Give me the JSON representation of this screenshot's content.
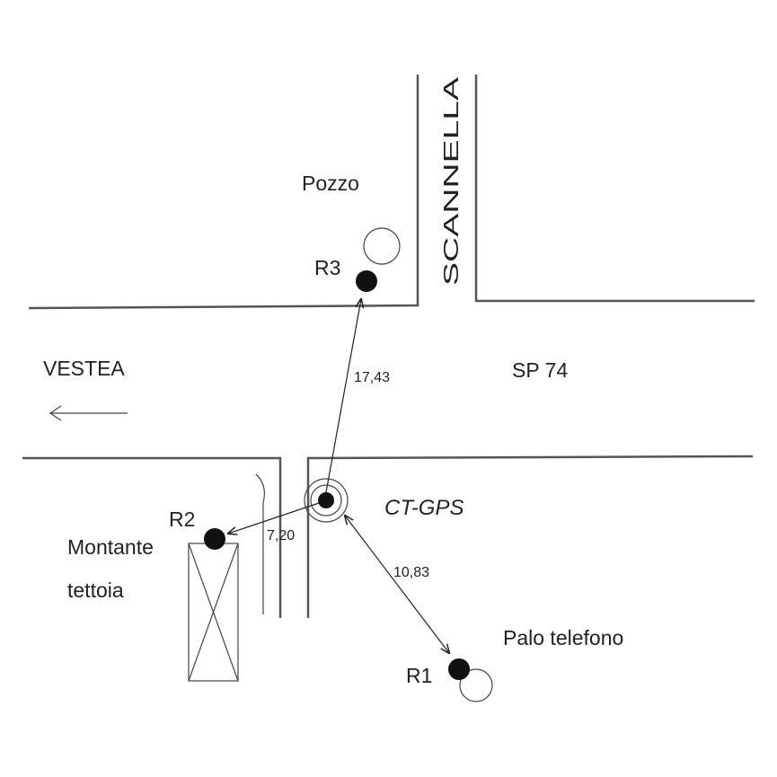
{
  "roads": {
    "vestea": "VESTEA",
    "sp74": "SP 74",
    "scannella": "SCANNELLA"
  },
  "points": {
    "ct_gps": "CT-GPS",
    "r1": "R1",
    "r2": "R2",
    "r3": "R3"
  },
  "features": {
    "pozzo": "Pozzo",
    "palo_telefono": "Palo telefono",
    "montante_line1": "Montante",
    "montante_line2": "tettoia"
  },
  "distances": {
    "to_r3": "17,43",
    "to_r2": "7,20",
    "to_r1": "10,83"
  }
}
